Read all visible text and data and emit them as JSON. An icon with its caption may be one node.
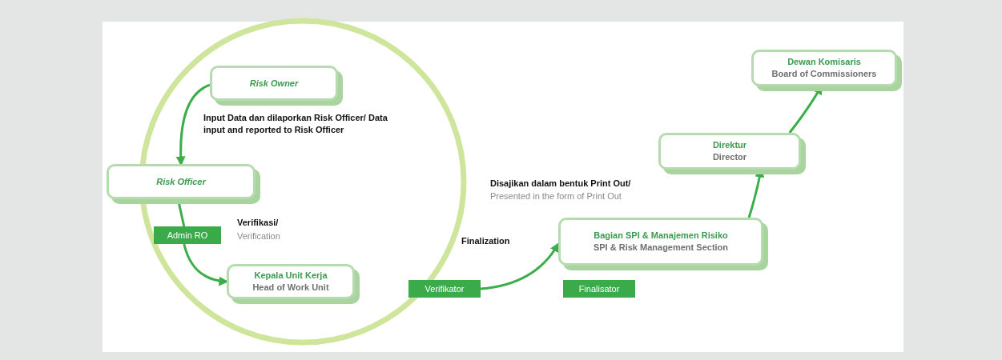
{
  "diagram": {
    "nodes": [
      {
        "text": [],
        "shape": "circle"
      },
      {
        "text": [
          "Risk Owner"
        ],
        "in": 0
      },
      {
        "text": [
          "Risk Officer"
        ]
      },
      {
        "text": [
          "Admin RO"
        ],
        "in": 0
      },
      {
        "text": [
          "Kepala Unit Kerja",
          "Head of Work Unit"
        ],
        "in": 0
      },
      {
        "text": [
          "Verifikator"
        ]
      },
      {
        "text": [
          "Bagian SPI & Manajemen Risiko",
          "SPI & Risk Management Section"
        ]
      },
      {
        "text": [
          "Finalisator"
        ]
      },
      {
        "text": [
          "Direktur",
          "Director"
        ]
      },
      {
        "text": [
          "Dewan Komisaris",
          "Board of Commissioners"
        ]
      }
    ],
    "edges": [
      {
        "from": 1,
        "to": 2,
        "arrow": "to"
      },
      {
        "from": 2,
        "to": 3,
        "arrow": "none"
      },
      {
        "from": 3,
        "to": 4,
        "arrow": "to"
      },
      {
        "from": 5,
        "to": 6,
        "arrow": "to"
      },
      {
        "from": 6,
        "to": 8,
        "arrow": "to"
      },
      {
        "from": 8,
        "to": 9,
        "arrow": "to"
      }
    ],
    "labels": [
      "**Input Data dan dilaporkan Risk Officer/** Data input and reported to Risk Officer",
      "Verifikasi/",
      "Verification",
      "Finalization",
      "Disajikan dalam bentuk Print Out/",
      "Presented in the form of Print Out"
    ]
  }
}
